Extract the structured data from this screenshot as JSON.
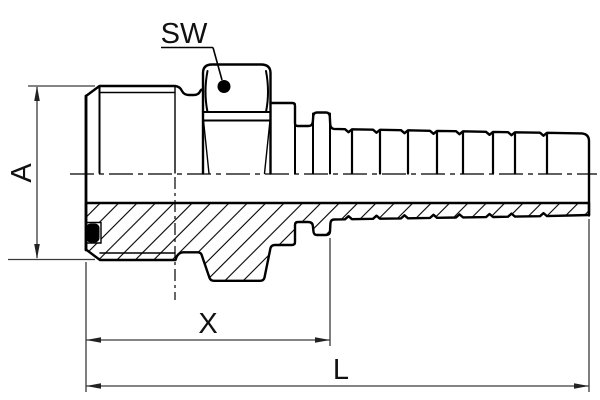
{
  "labels": {
    "wrench_size": "SW",
    "thread_outer_diameter": "A",
    "cutoff_dimension": "X",
    "overall_length": "L"
  },
  "colors": {
    "background": "#ffffff",
    "part_line": "#000000",
    "dimension_line": "#3a3a3a"
  }
}
